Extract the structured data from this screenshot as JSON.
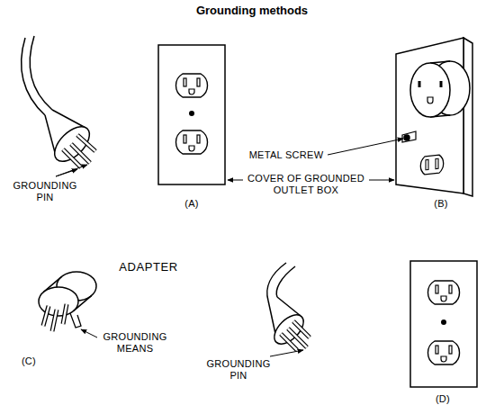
{
  "diagram": {
    "title": "Grounding methods",
    "labels": [
      "GROUNDING PIN",
      "(A)",
      "METAL SCREW",
      "COVER OF GROUNDED OUTLET BOX",
      "(B)",
      "ADAPTER",
      "GROUNDING MEANS",
      "(C)",
      "GROUNDING PIN",
      "(D)"
    ]
  }
}
